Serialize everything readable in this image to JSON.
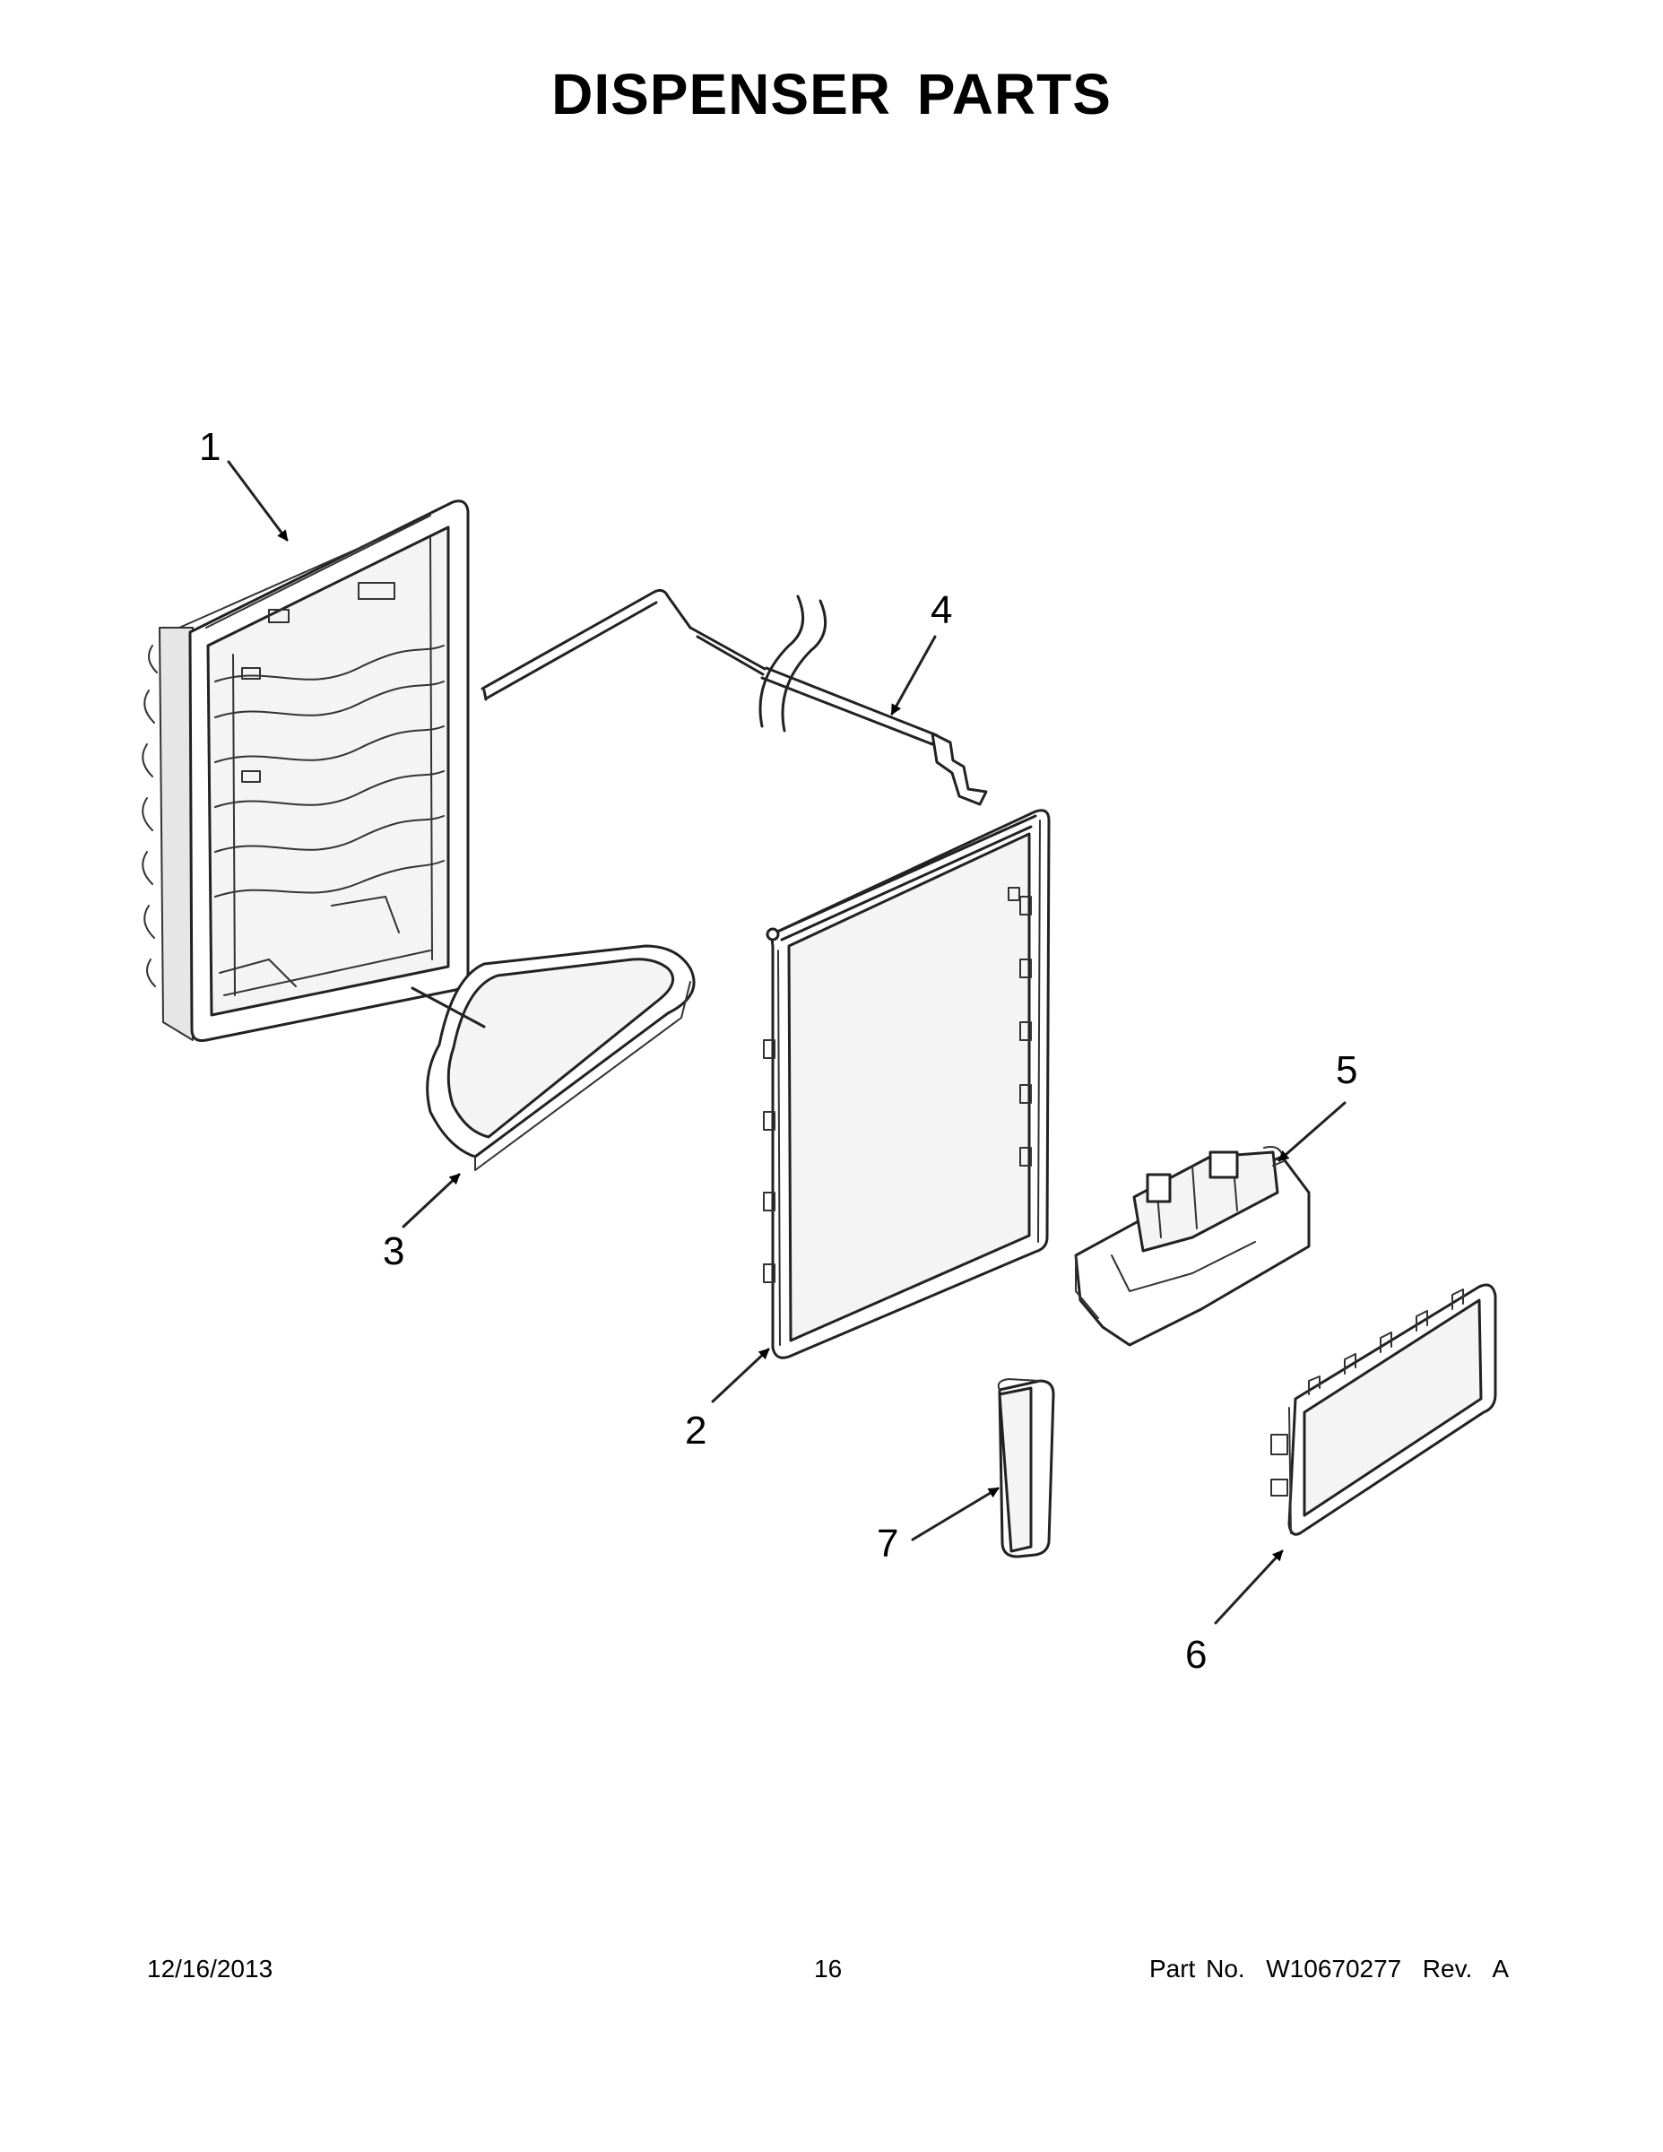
{
  "title": "DISPENSER PARTS",
  "callouts": [
    {
      "id": "1",
      "label": "1"
    },
    {
      "id": "2",
      "label": "2"
    },
    {
      "id": "3",
      "label": "3"
    },
    {
      "id": "4",
      "label": "4"
    },
    {
      "id": "5",
      "label": "5"
    },
    {
      "id": "6",
      "label": "6"
    },
    {
      "id": "7",
      "label": "7"
    }
  ],
  "footer": {
    "date": "12/16/2013",
    "page": "16",
    "part": "Part No.  W10670277  Rev.  A"
  }
}
